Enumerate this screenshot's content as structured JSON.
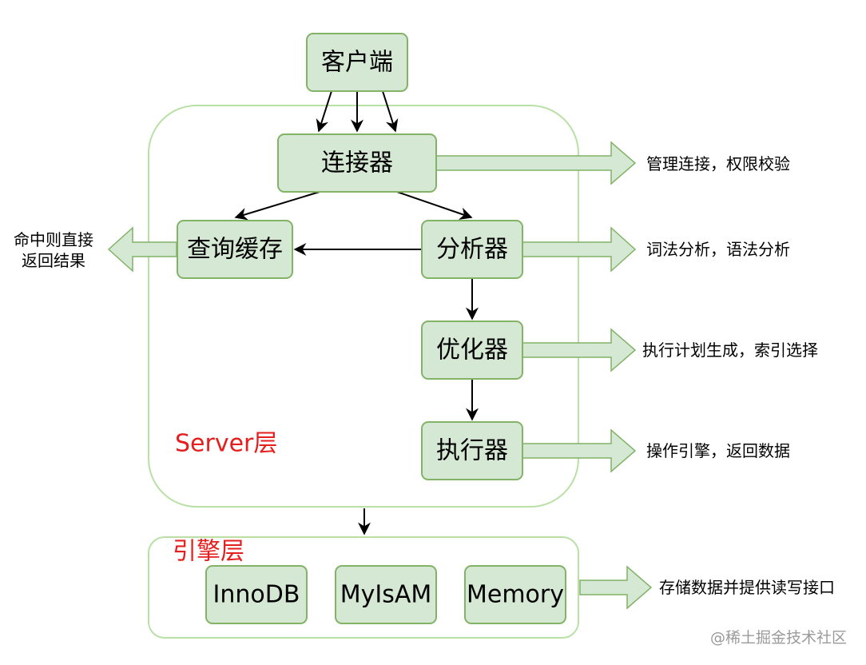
{
  "nodes": {
    "client": "客户端",
    "connector": "连接器",
    "query_cache": "查询缓存",
    "analyzer": "分析器",
    "optimizer": "优化器",
    "executor": "执行器",
    "innodb": "InnoDB",
    "myisam": "MyIsAM",
    "memory": "Memory"
  },
  "layers": {
    "server": "Server层",
    "engine": "引擎层"
  },
  "notes": {
    "connector": "管理连接，权限校验",
    "query_cache_line1": "命中则直接",
    "query_cache_line2": "返回结果",
    "analyzer": "词法分析，语法分析",
    "optimizer": "执行计划生成，索引选择",
    "executor": "操作引擎，返回数据",
    "engine": "存储数据并提供读写接口"
  },
  "watermark": "@稀土掘金技术社区",
  "colors": {
    "node_fill": "#d5e8d4",
    "node_stroke": "#82b366",
    "container_stroke": "#b9e0a5",
    "layer_label": "#e51e1e",
    "edge": "#000000"
  }
}
